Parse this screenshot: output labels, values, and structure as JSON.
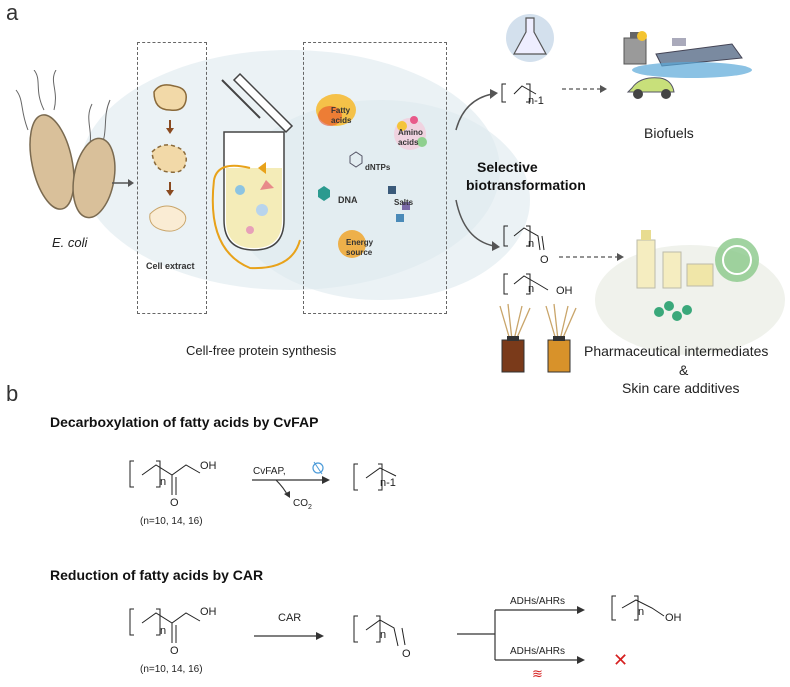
{
  "panel_a": {
    "letter": "a",
    "ecoli_label": "E. coli",
    "cell_extract_label": "Cell extract",
    "cfps_label": "Cell-free protein synthesis",
    "components": {
      "fatty_acids": "Fatty acids",
      "amino_acids": "Amino acids",
      "dntps": "dNTPs",
      "dna": "DNA",
      "salts": "Salts",
      "energy_source": "Energy source"
    },
    "selective_line1": "Selective",
    "selective_line2": "biotransformation",
    "alkane_sub": "n-1",
    "aldehyde_sub": "n",
    "aldehyde_o": "O",
    "alcohol_sub": "n",
    "alcohol_oh": "OH",
    "biofuels": "Biofuels",
    "pharma_line1": "Pharmaceutical intermediates",
    "pharma_line2": "&",
    "pharma_line3": "Skin care additives"
  },
  "panel_b": {
    "letter": "b",
    "title1": "Decarboxylation of fatty acids by CvFAP",
    "title2": "Reduction of fatty acids by CAR",
    "acid_sub": "n",
    "acid_oh": "OH",
    "acid_o": "O",
    "n_values": "(n=10, 14, 16)",
    "cvfap": "CvFAP,",
    "co2": "CO",
    "co2_sub": "2",
    "alkane_sub": "n-1",
    "car": "CAR",
    "aldehyde_sub": "n",
    "aldehyde_o": "O",
    "adh1": "ADHs/AHRs",
    "adh2": "ADHs/AHRs",
    "alcohol_sub": "n",
    "alcohol_oh": "OH",
    "heat_symbol": "≋",
    "cross_symbol": "✕"
  },
  "colors": {
    "arrow": "#555555",
    "cross": "#d62020",
    "heat": "#d62020",
    "tube_arrow": "#e8a21a",
    "wash": "#dce9ee"
  }
}
